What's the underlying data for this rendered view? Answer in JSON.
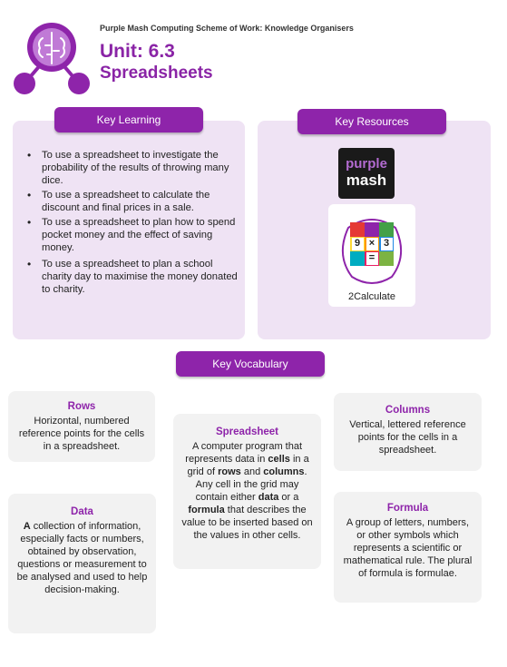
{
  "header": {
    "subtitle": "Purple Mash Computing Scheme of Work: Knowledge Organisers",
    "unit": "Unit: 6.3",
    "topic": "Spreadsheets"
  },
  "key_learning": {
    "title": "Key Learning",
    "items": [
      "To use a spreadsheet to investigate the probability of the results of throwing many dice.",
      "To use a spreadsheet to calculate the discount and final prices in a sale.",
      "To use a spreadsheet to plan how to spend pocket money and the effect of saving money.",
      "To use a spreadsheet to plan a school charity day to maximise the money donated to charity."
    ]
  },
  "key_resources": {
    "title": "Key Resources",
    "logo_line1": "purple",
    "logo_line2": "mash",
    "calc_tiles": [
      "9",
      "×",
      "3",
      "="
    ],
    "calc_label": "2Calculate"
  },
  "key_vocabulary": {
    "title": "Key Vocabulary",
    "rows": {
      "title": "Rows",
      "text": "Horizontal, numbered reference points for the cells in a spreadsheet."
    },
    "columns": {
      "title": "Columns",
      "text": "Vertical, lettered reference points for the cells in a spreadsheet."
    },
    "spreadsheet": {
      "title": "Spreadsheet",
      "t1": "A computer program that represents data in ",
      "b1": "cells",
      "t2": " in a grid of ",
      "b2": "rows",
      "t3": " and ",
      "b3": "columns",
      "t4": ". Any cell in the grid may contain either ",
      "b4": "data",
      "t5": " or a ",
      "b5": "formula",
      "t6": " that describes the value to be inserted based on the values in other cells."
    },
    "data": {
      "title": "Data",
      "lead": "A",
      "text": " collection of information, especially facts or numbers, obtained by observation, questions or measurement to be analysed and used to help decision-making."
    },
    "formula": {
      "title": "Formula",
      "text": "A group of letters, numbers, or other symbols which represents a scientific or mathematical rule. The plural of formula is formulae."
    }
  }
}
